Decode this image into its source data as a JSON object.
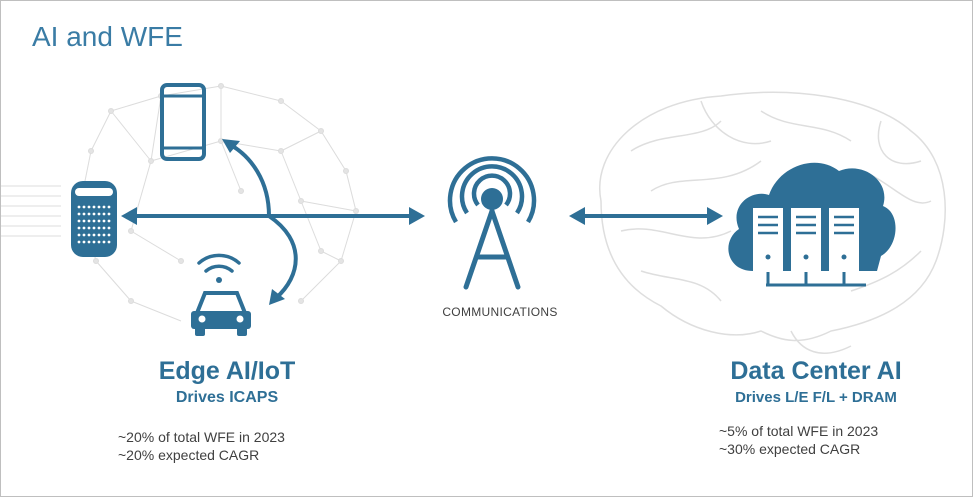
{
  "title": "AI and WFE",
  "communications_label": "COMMUNICATIONS",
  "edge": {
    "title": "Edge AI/IoT",
    "subtitle": "Drives ICAPS",
    "stats": [
      "~20% of total WFE in 2023",
      "~20% expected CAGR"
    ]
  },
  "data_center": {
    "title": "Data Center AI",
    "subtitle": "Drives L/E F/L + DRAM",
    "stats": [
      "~5% of total WFE in 2023",
      "~30% expected CAGR"
    ]
  },
  "colors": {
    "accent": "#3a7ca5",
    "icon": "#2e6f96",
    "text": "#404040",
    "background_art": "#d9d9d9"
  },
  "icons": [
    "smartphone-icon",
    "smart-speaker-icon",
    "connected-car-icon",
    "wifi-icon",
    "cell-tower-icon",
    "cloud-server-icon",
    "network-mesh-art",
    "brain-art"
  ]
}
